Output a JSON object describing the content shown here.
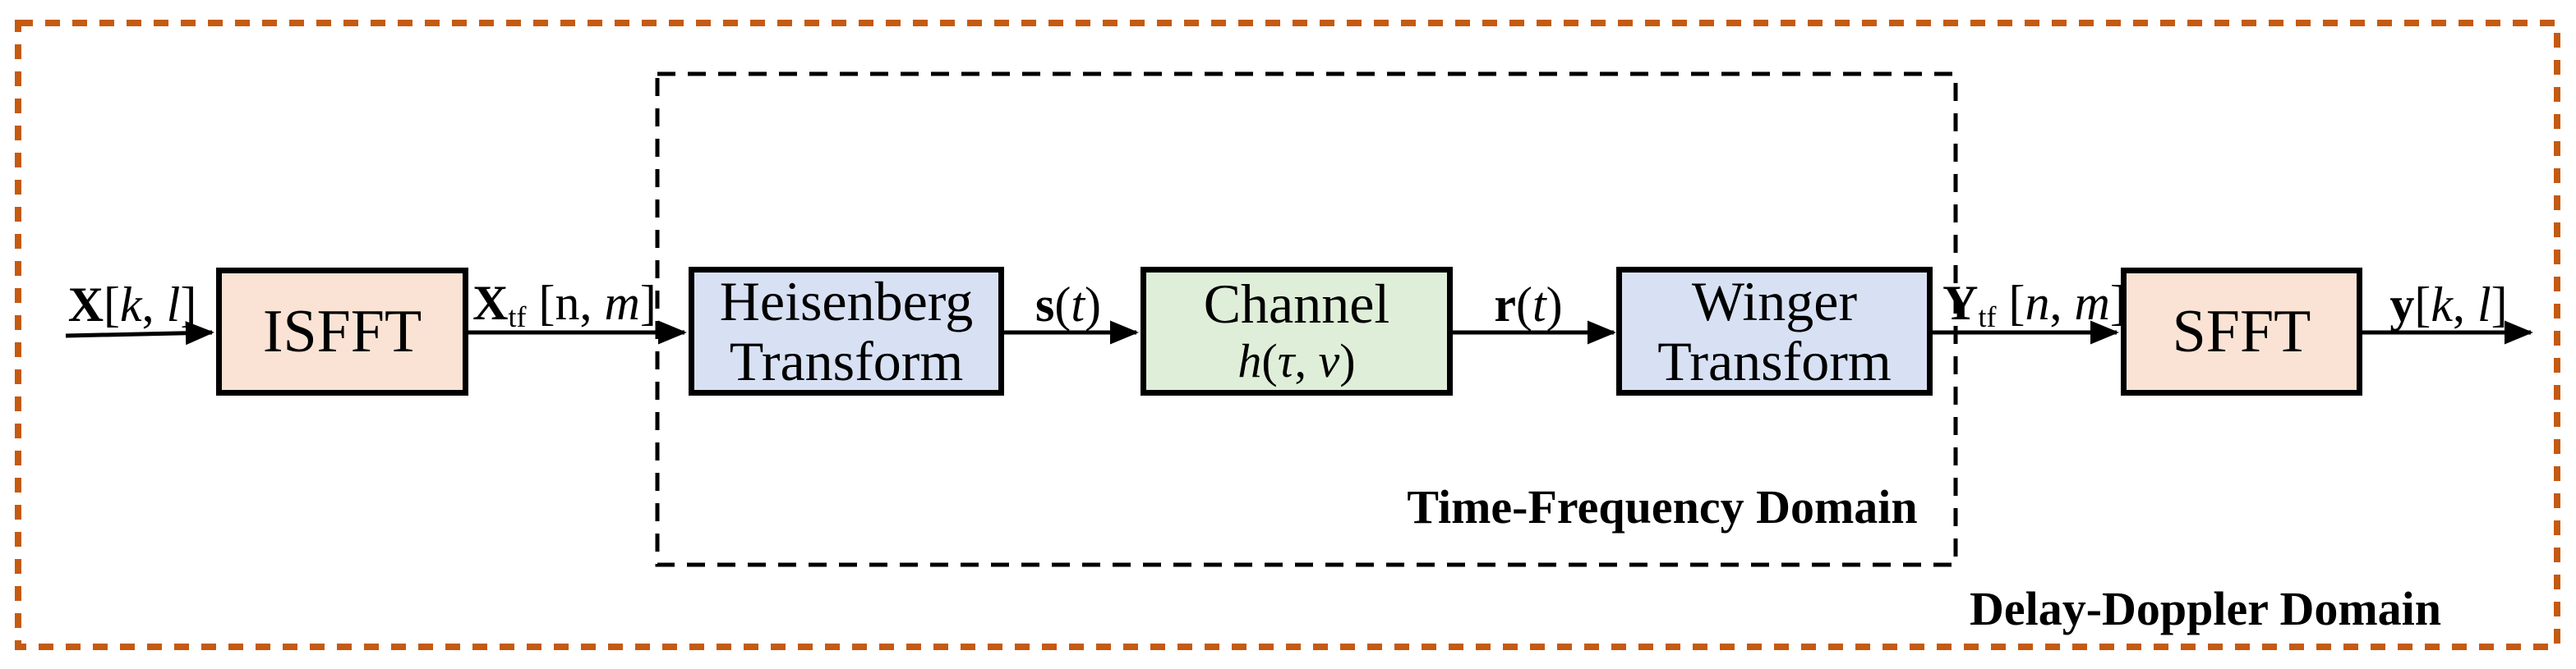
{
  "diagram": {
    "title": "OTFS modulation block diagram",
    "domains": {
      "time_frequency": "Time-Frequency Domain",
      "delay_doppler": "Delay-Doppler Domain"
    },
    "blocks": {
      "isfft": {
        "label": "ISFFT"
      },
      "heisenberg": {
        "line1": "Heisenberg",
        "line2": "Transform"
      },
      "channel": {
        "line1": "Channel",
        "line2_text": "h(τ, ν)",
        "line2_segs": [
          [
            "h",
            "i"
          ],
          [
            "(",
            "r"
          ],
          [
            "τ",
            "i"
          ],
          [
            ", ",
            "r"
          ],
          [
            "ν",
            "i"
          ],
          [
            ")",
            "r"
          ]
        ]
      },
      "winger": {
        "line1": "Winger",
        "line2": "Transform"
      },
      "sfft": {
        "label": "SFFT"
      }
    },
    "signals": {
      "x_in": {
        "text": "X[k, l]",
        "segs": [
          [
            "X",
            "b"
          ],
          [
            "[",
            "r"
          ],
          [
            "k",
            "i"
          ],
          [
            ", ",
            "r"
          ],
          [
            "l",
            "i"
          ],
          [
            "]",
            "r"
          ]
        ]
      },
      "x_tf": {
        "text": "Xtf [n, m]",
        "segs": [
          [
            "X",
            "b"
          ],
          [
            "tf",
            "sub"
          ],
          [
            " [",
            "r"
          ],
          [
            "n",
            "r"
          ],
          [
            ", ",
            "r"
          ],
          [
            "m",
            "i"
          ],
          [
            "]",
            "r"
          ]
        ]
      },
      "s_t": {
        "text": "s(t)",
        "segs": [
          [
            "s",
            "b"
          ],
          [
            "(",
            "r"
          ],
          [
            "t",
            "i"
          ],
          [
            ")",
            "r"
          ]
        ]
      },
      "r_t": {
        "text": "r(t)",
        "segs": [
          [
            "r",
            "b"
          ],
          [
            "(",
            "r"
          ],
          [
            "t",
            "i"
          ],
          [
            ")",
            "r"
          ]
        ]
      },
      "y_tf": {
        "text": "Ytf [n, m]",
        "segs": [
          [
            "Y",
            "b"
          ],
          [
            "tf",
            "sub"
          ],
          [
            " [",
            "r"
          ],
          [
            "n",
            "i"
          ],
          [
            ", ",
            "r"
          ],
          [
            "m",
            "i"
          ],
          [
            "]",
            "r"
          ]
        ]
      },
      "y_out": {
        "text": "y[k, l]",
        "segs": [
          [
            "y",
            "b"
          ],
          [
            "[",
            "r"
          ],
          [
            "k",
            "i"
          ],
          [
            ", ",
            "r"
          ],
          [
            "l",
            "i"
          ],
          [
            "]",
            "r"
          ]
        ]
      }
    },
    "colors": {
      "block_fill_peach": "#FAE3D4",
      "block_fill_blue": "#D8E1F3",
      "block_fill_green": "#DFEED8",
      "outer_border_orange": "#C55A11",
      "inner_border_black": "#000000",
      "arrow_black": "#000000",
      "background": "#FFFFFF"
    }
  }
}
